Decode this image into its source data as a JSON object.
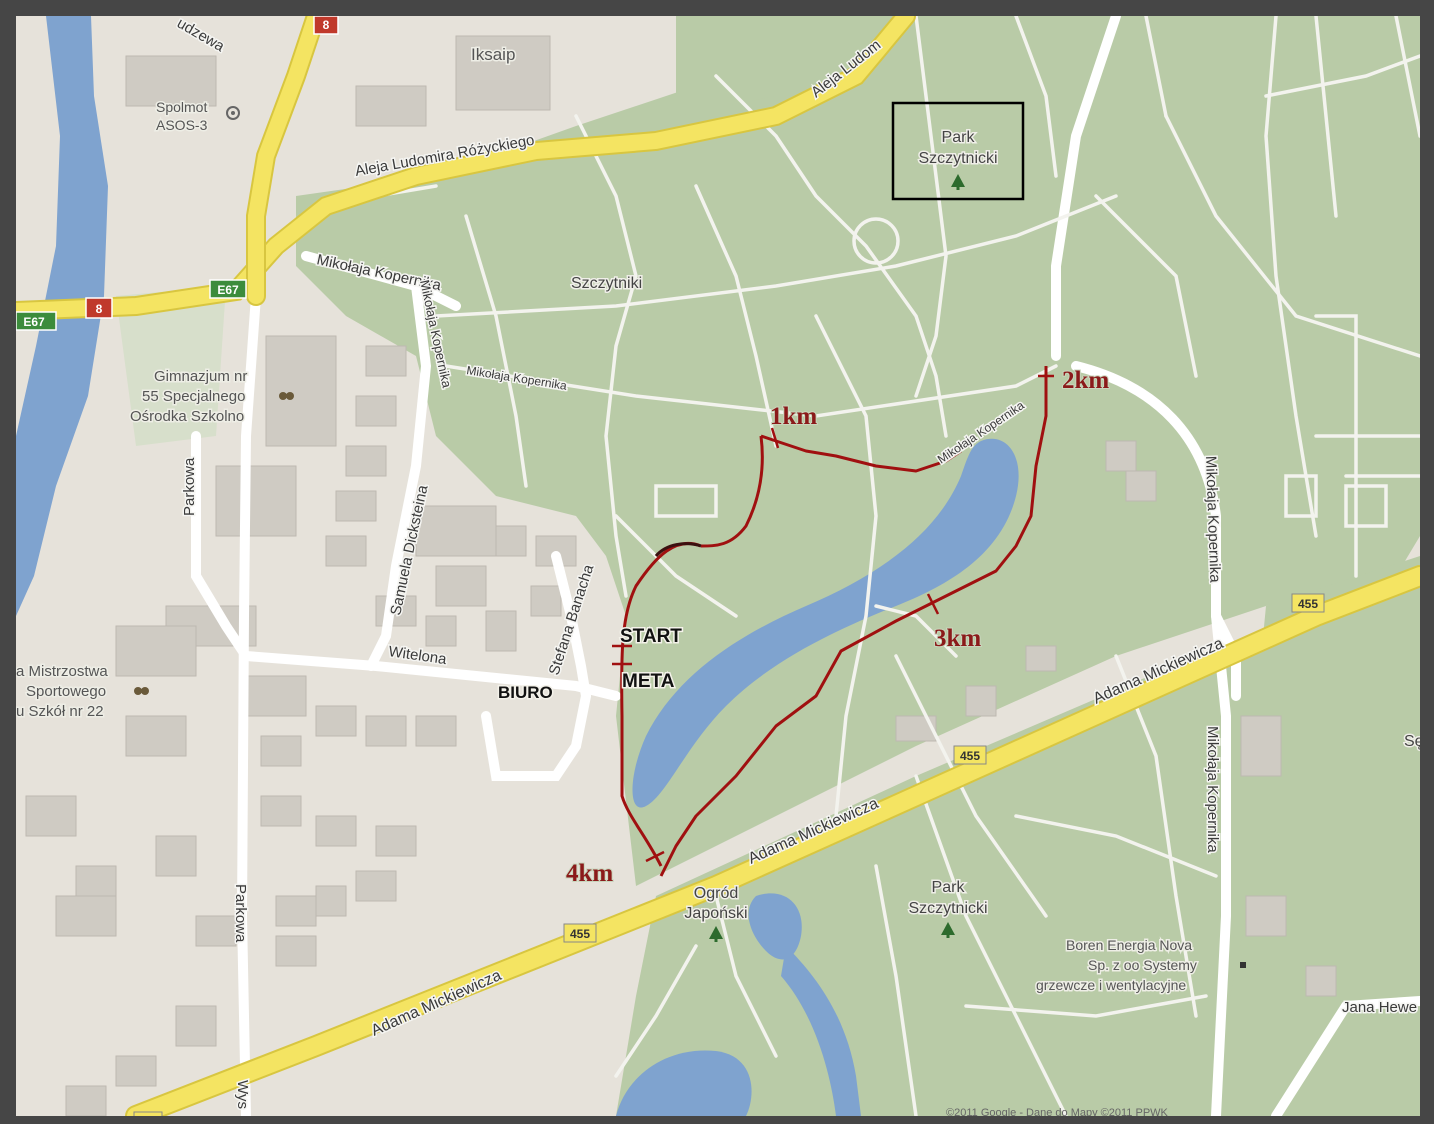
{
  "labels": {
    "iksaip": "Iksaip",
    "spolmot": "Spolmot",
    "asos": "ASOS-3",
    "udzewa": "udzewa",
    "aleja_rozyckiego": "Aleja Ludomira Różyckiego",
    "aleja_ludom": "Aleja Ludom",
    "park_top_1": "Park",
    "park_top_2": "Szczytnicki",
    "mikolaja_kop_1": "Mikołaja Kopernika",
    "mikolaja_kop_vert": "Mikołaja Kopernika",
    "szczytniki": "Szczytniki",
    "mikolaja_kop_mid": "Mikołaja Kopernika",
    "mikolaja_kop_diag": "Mikołaja Kopernika",
    "mikolaja_kop_right": "Mikołaja Kopernika",
    "mikolaja_kop_right2": "Mikołaja Kopernika",
    "gimnazjum_1": "Gimnazjum nr",
    "gimnazjum_2": "55 Specjalnego",
    "gimnazjum_3": "Ośrodka Szkolno",
    "parkowa_1": "Parkowa",
    "parkowa_2": "Parkowa",
    "samuela": "Samuela Dicksteina",
    "stefana": "Stefana Banacha",
    "witelona": "Witelona",
    "mistrz_1": "a Mistrzostwa",
    "mistrz_2": "Sportowego",
    "mistrz_3": "u Szkół nr 22",
    "mickiewicza_1": "Adama Mickiewicza",
    "mickiewicza_2": "Adama Mickiewicza",
    "mickiewicza_3": "Adama Mickiewicza",
    "ogrod_1": "Ogród",
    "ogrod_2": "Japoński",
    "park_low_1": "Park",
    "park_low_2": "Szczytnicki",
    "boren_1": "Boren Energia Nova",
    "boren_2": "Sp. z oo Systemy",
    "boren_3": "grzewcze i wentylacyjne",
    "jana": "Jana Hewe",
    "sep": "Sę",
    "wys": "Wys",
    "copyright": "©2011 Google - Dane do Mapy ©2011 PPWK"
  },
  "race": {
    "start": "START",
    "meta": "META",
    "biuro": "BIURO",
    "km1": "1km",
    "km2": "2km",
    "km3": "3km",
    "km4": "4km"
  },
  "shields": {
    "route8": "8",
    "e67": "E67",
    "route455": "455"
  },
  "colors": {
    "park": "#b8cba6",
    "road_yellow": "#f2e05a",
    "route_red": "#a01010",
    "water": "#7fa3cf",
    "highlight_box": "#000000"
  }
}
